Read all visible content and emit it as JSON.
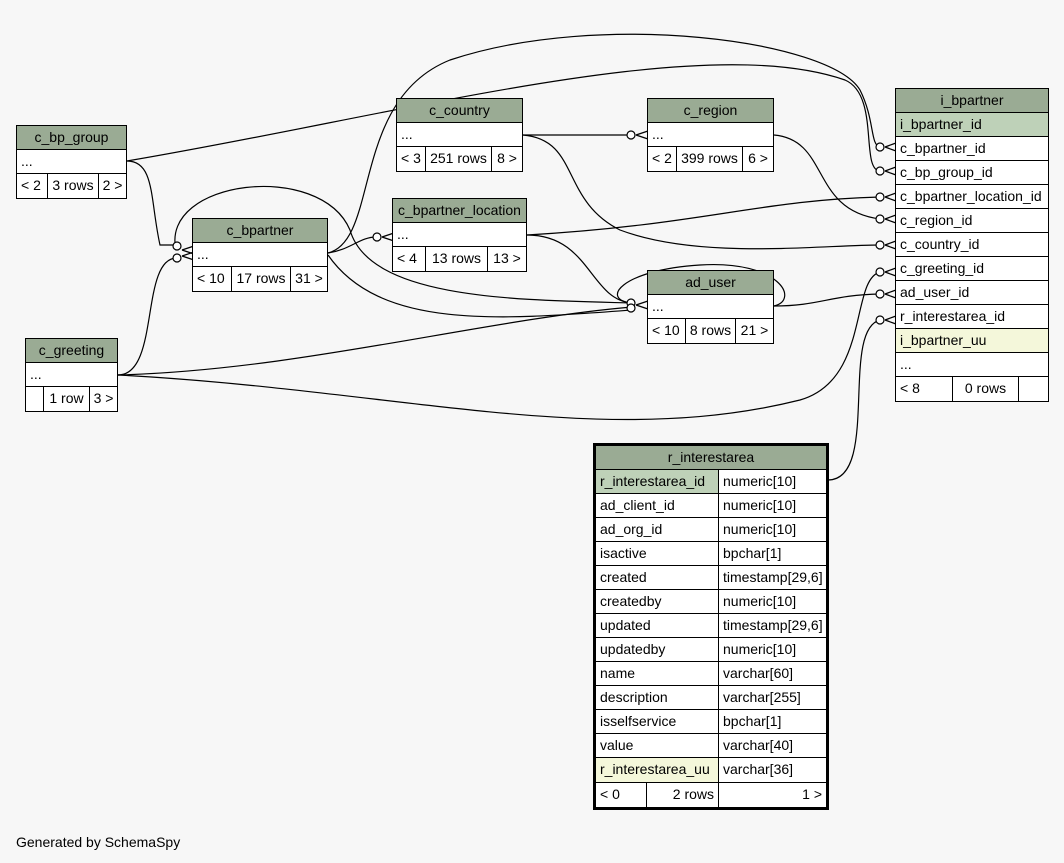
{
  "tables": {
    "c_bp_group": {
      "name": "c_bp_group",
      "cols": [
        "..."
      ],
      "stats": {
        "parents": "< 2",
        "rows": "3 rows",
        "children": "2 >"
      }
    },
    "c_bpartner": {
      "name": "c_bpartner",
      "cols": [
        "..."
      ],
      "stats": {
        "parents": "< 10",
        "rows": "17 rows",
        "children": "31 >"
      }
    },
    "c_greeting": {
      "name": "c_greeting",
      "cols": [
        "..."
      ],
      "stats": {
        "parents": "",
        "rows": "1 row",
        "children": "3 >"
      }
    },
    "c_country": {
      "name": "c_country",
      "cols": [
        "..."
      ],
      "stats": {
        "parents": "< 3",
        "rows": "251 rows",
        "children": "8 >"
      }
    },
    "c_bpartner_location": {
      "name": "c_bpartner_location",
      "cols": [
        "..."
      ],
      "stats": {
        "parents": "< 4",
        "rows": "13 rows",
        "children": "13 >"
      }
    },
    "c_region": {
      "name": "c_region",
      "cols": [
        "..."
      ],
      "stats": {
        "parents": "< 2",
        "rows": "399 rows",
        "children": "6 >"
      }
    },
    "ad_user": {
      "name": "ad_user",
      "cols": [
        "..."
      ],
      "stats": {
        "parents": "< 10",
        "rows": "8 rows",
        "children": "21 >"
      }
    },
    "i_bpartner": {
      "name": "i_bpartner",
      "cols": [
        "i_bpartner_id",
        "c_bpartner_id",
        "c_bp_group_id",
        "c_bpartner_location_id",
        "c_region_id",
        "c_country_id",
        "c_greeting_id",
        "ad_user_id",
        "r_interestarea_id",
        "i_bpartner_uu",
        "..."
      ],
      "stats": {
        "parents": "< 8",
        "rows": "0 rows",
        "children": ""
      }
    },
    "r_interestarea": {
      "name": "r_interestarea",
      "cols": [
        {
          "name": "r_interestarea_id",
          "type": "numeric[10]"
        },
        {
          "name": "ad_client_id",
          "type": "numeric[10]"
        },
        {
          "name": "ad_org_id",
          "type": "numeric[10]"
        },
        {
          "name": "isactive",
          "type": "bpchar[1]"
        },
        {
          "name": "created",
          "type": "timestamp[29,6]"
        },
        {
          "name": "createdby",
          "type": "numeric[10]"
        },
        {
          "name": "updated",
          "type": "timestamp[29,6]"
        },
        {
          "name": "updatedby",
          "type": "numeric[10]"
        },
        {
          "name": "name",
          "type": "varchar[60]"
        },
        {
          "name": "description",
          "type": "varchar[255]"
        },
        {
          "name": "isselfservice",
          "type": "bpchar[1]"
        },
        {
          "name": "value",
          "type": "varchar[40]"
        },
        {
          "name": "r_interestarea_uu",
          "type": "varchar[36]"
        }
      ],
      "stats": {
        "parents": "< 0",
        "rows": "2 rows",
        "children": "1 >"
      }
    }
  },
  "colors": {
    "header": "#9aab94",
    "primary_key": "#bed1b8",
    "unique_key": "#f4f7da",
    "background": "#f7f7f7"
  },
  "footer": "Generated by SchemaSpy"
}
